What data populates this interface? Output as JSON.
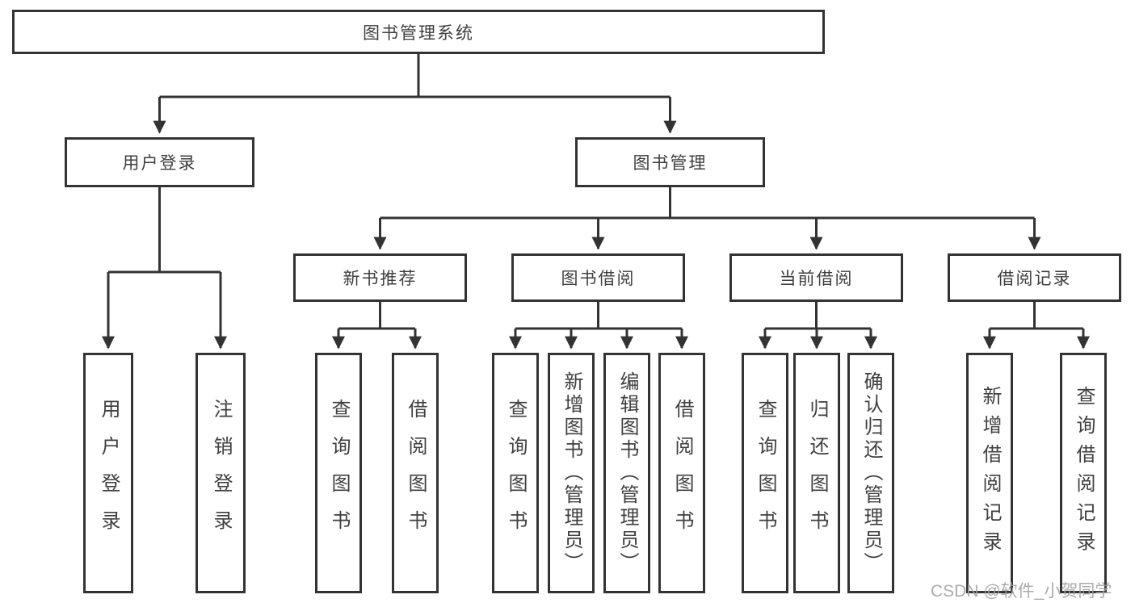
{
  "tree": {
    "label": "图书管理系统",
    "children": [
      {
        "label": "用户登录",
        "children": [
          {
            "label": "用户登录"
          },
          {
            "label": "注销登录"
          }
        ]
      },
      {
        "label": "图书管理",
        "children": [
          {
            "label": "新书推荐",
            "children": [
              {
                "label": "查询图书"
              },
              {
                "label": "借阅图书"
              }
            ]
          },
          {
            "label": "图书借阅",
            "children": [
              {
                "label": "查询图书"
              },
              {
                "label": "新增图书（管理员）"
              },
              {
                "label": "编辑图书（管理员）"
              },
              {
                "label": "借阅图书"
              }
            ]
          },
          {
            "label": "当前借阅",
            "children": [
              {
                "label": "查询图书"
              },
              {
                "label": "归还图书"
              },
              {
                "label": "确认归还（管理员）"
              }
            ]
          },
          {
            "label": "借阅记录",
            "children": [
              {
                "label": "新增借阅记录"
              },
              {
                "label": "查询借阅记录"
              }
            ]
          }
        ]
      }
    ]
  },
  "watermark": "CSDN @软件_小贺同学",
  "colors": {
    "line": "#333333",
    "text": "#3f3f3f",
    "watermark": "#a3a3a3",
    "background": "#ffffff"
  }
}
